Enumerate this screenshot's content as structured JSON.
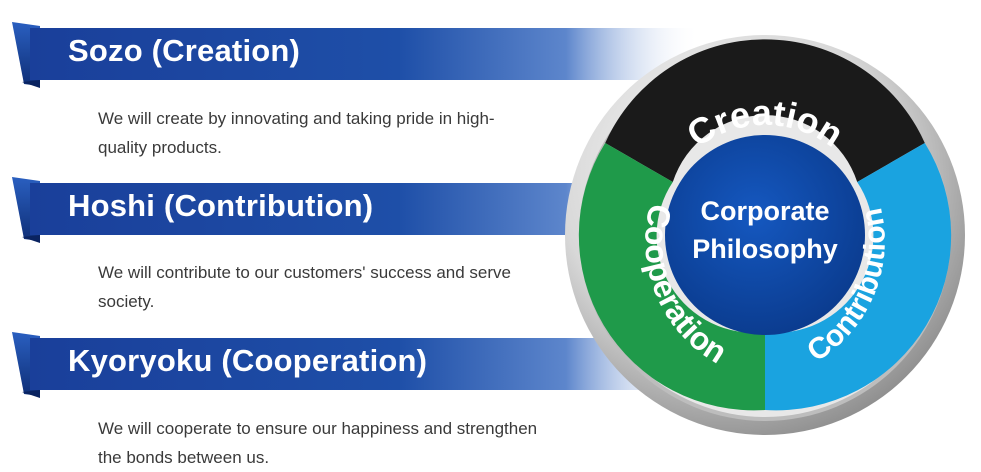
{
  "items": [
    {
      "title": "Sozo (Creation)",
      "description": "We will create by innovating and taking pride in high-quality products."
    },
    {
      "title": "Hoshi (Contribution)",
      "description": "We will contribute to our customers' success and serve society."
    },
    {
      "title": "Kyoryoku (Cooperation)",
      "description": "We will cooperate to ensure our happiness and strengthen the bonds between us."
    }
  ],
  "wheel": {
    "center_line1": "Corporate",
    "center_line2": "Philosophy",
    "segment_top": "Creation",
    "segment_right": "Contribution",
    "segment_left": "Cooperation"
  },
  "colors": {
    "banner_blue": "#1e4fa8",
    "creation_segment": "#1a1a1a",
    "contribution_segment": "#1aa3e0",
    "cooperation_segment": "#1f9a4a",
    "center": "#0d47a1"
  }
}
